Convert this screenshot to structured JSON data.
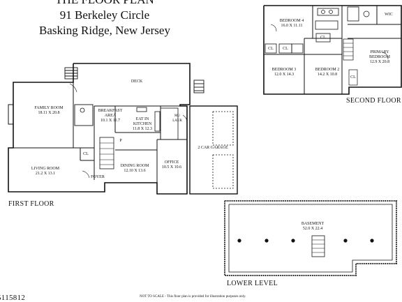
{
  "header": {
    "line1": "THE FLOOR PLAN",
    "line2": "91 Berkeley Circle",
    "line3": "Basking Ridge, New Jersey"
  },
  "floors": {
    "first": "FIRST FLOOR",
    "second": "SECOND FLOOR",
    "lower": "LOWER LEVEL"
  },
  "rooms": {
    "deck": "DECK",
    "family": {
      "name": "FAMILY ROOM",
      "dims": "18.11 X 20.8"
    },
    "breakfast": {
      "name": "BREAKFAST\nAREA",
      "dims": "10.1 X 11.7"
    },
    "kitchen": {
      "name": "EAT IN\nKITCHEN",
      "dims": "11.8 X 12.3"
    },
    "mudroom": "MU\nLAUR",
    "garage": "2 CAR GARAGE",
    "living": {
      "name": "LIVING ROOM",
      "dims": "21.2 X 13.1"
    },
    "dining": {
      "name": "DINING ROOM",
      "dims": "12.10 X 13.6"
    },
    "office": {
      "name": "OFFICE",
      "dims": "10.5 X 10.6"
    },
    "foyer": "FOYER",
    "bedroom4": {
      "name": "BEDROOM 4",
      "dims": "16.0 X 11.11"
    },
    "bedroom3": {
      "name": "BEDROOM 3",
      "dims": "12.0 X 14.3"
    },
    "bedroom2": {
      "name": "BEDROOM 2",
      "dims": "14.2 X 10.8"
    },
    "primary": {
      "name": "PRIMARY\nBEDROOM",
      "dims": "12.9 X 20.8"
    },
    "wic": "WIC",
    "basement": {
      "name": "BASEMENT",
      "dims": "52.0 X 22.4"
    },
    "closet": "CL",
    "pantry": "P"
  },
  "footer": {
    "listing_number": "5115812",
    "disclaimer": "NOT TO SCALE - This floor plan is provided for illustration purposes only."
  }
}
